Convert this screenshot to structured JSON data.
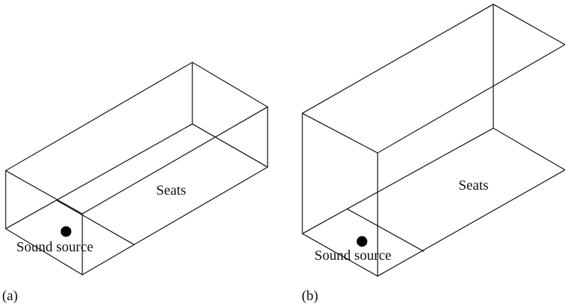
{
  "figure_a": {
    "panel_label": "(a)",
    "seats_label": "Seats",
    "source_label": "Sound source"
  },
  "figure_b": {
    "panel_label": "(b)",
    "seats_label": "Seats",
    "source_label": "Sound source"
  },
  "colors": {
    "line": "#1a1a1a",
    "source_dot": "#000000",
    "text": "#111111"
  }
}
